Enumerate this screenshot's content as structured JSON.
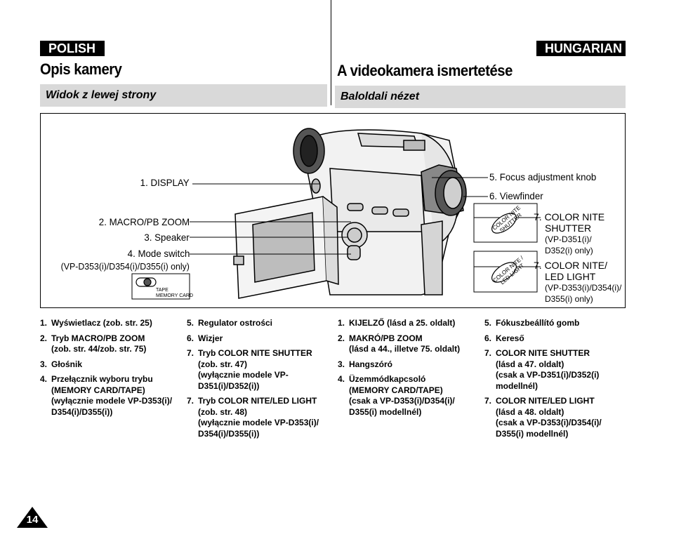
{
  "left": {
    "lang": "POLISH",
    "title": "Opis kamery",
    "subtitle": "Widok z lewej strony",
    "items": [
      {
        "num": "1.",
        "text": "Wyświetlacz (zob. str. 25)"
      },
      {
        "num": "2.",
        "text": "Tryb MACRO/PB ZOOM\n(zob. str. 44/zob. str. 75)"
      },
      {
        "num": "3.",
        "text": "Głośnik"
      },
      {
        "num": "4.",
        "text": "Przełącznik wyboru trybu\n(MEMORY CARD/TAPE)\n(wyłącznie modele VP-D353(i)/\nD354(i)/D355(i))"
      }
    ],
    "items2": [
      {
        "num": "5.",
        "text": "Regulator ostrości"
      },
      {
        "num": "6.",
        "text": "Wizjer"
      },
      {
        "num": "7.",
        "text": "Tryb COLOR NITE SHUTTER\n(zob. str. 47)\n(wyłącznie modele VP-\nD351(i)/D352(i))"
      },
      {
        "num": "7.",
        "text": "Tryb COLOR NITE/LED LIGHT\n(zob. str. 48)\n(wyłącznie modele VP-D353(i)/\nD354(i)/D355(i))"
      }
    ]
  },
  "right": {
    "lang": "HUNGARIAN",
    "title": "A videokamera ismertetése",
    "subtitle": "Baloldali nézet",
    "items": [
      {
        "num": "1.",
        "text": "KIJELZŐ (lásd a 25. oldalt)"
      },
      {
        "num": "2.",
        "text": "MAKRÓ/PB ZOOM\n(lásd a 44., illetve 75. oldalt)"
      },
      {
        "num": "3.",
        "text": "Hangszóró"
      },
      {
        "num": "4.",
        "text": "Üzemmódkapcsoló\n(MEMORY CARD/TAPE)\n(csak a VP-D353(i)/D354(i)/\nD355(i) modellnél)"
      }
    ],
    "items2": [
      {
        "num": "5.",
        "text": "Fókuszbeállító gomb"
      },
      {
        "num": "6.",
        "text": "Kereső"
      },
      {
        "num": "7.",
        "text": "COLOR NITE SHUTTER\n(lásd a 47. oldalt)\n(csak a VP-D351(i)/D352(i)\nmodellnél)"
      },
      {
        "num": "7.",
        "text": "COLOR NITE/LED LIGHT\n(lásd a 48. oldalt)\n(csak a VP-D353(i)/D354(i)/\nD355(i) modellnél)"
      }
    ]
  },
  "diagram": {
    "display": "1. DISPLAY",
    "macro": "2. MACRO/PB ZOOM",
    "speaker": "3. Speaker",
    "mode": "4. Mode switch",
    "mode_models": "(VP-D353(i)/D354(i)/D355(i) only)",
    "switch_tape": "TAPE",
    "switch_card": "MEMORY CARD",
    "focus": "5. Focus adjustment knob",
    "viewfinder": "6. Viewfinder",
    "nite_shutter_1": "7. COLOR NITE",
    "nite_shutter_2": "SHUTTER",
    "nite_shutter_models_1": "(VP-D351(i)/",
    "nite_shutter_models_2": "D352(i) only)",
    "nite_led_1": "7. COLOR NITE/",
    "nite_led_2": "LED LIGHT",
    "nite_led_models_1": "(VP-D353(i)/D354(i)/",
    "nite_led_models_2": "D355(i) only)",
    "btn1_line1": "COLOR NITE",
    "btn1_line2": "SHUTTER",
    "btn2_line1": "COLOR NITE /",
    "btn2_line2": "LED LIGHT"
  },
  "page_number": "14"
}
